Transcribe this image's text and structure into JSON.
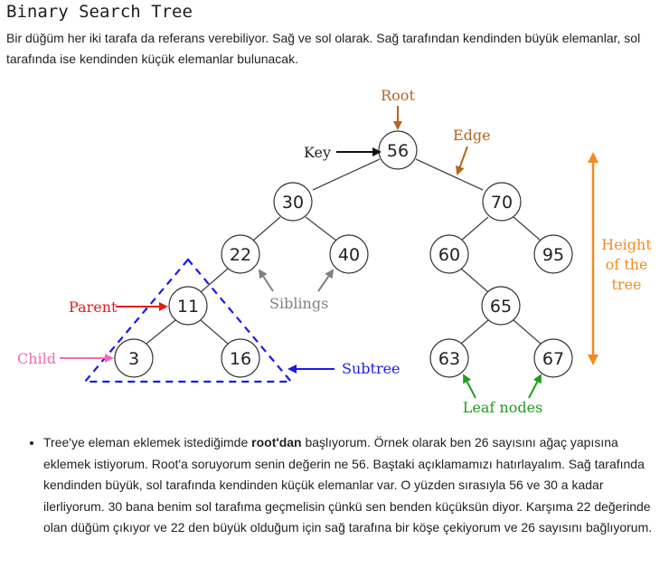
{
  "title": "Binary Search Tree",
  "intro": "Bir düğüm her iki tarafa da referans verebiliyor. Sağ ve sol olarak. Sağ tarafından kendinden büyük elemanlar, sol tarafında ise kendinden küçük elemanlar bulunacak.",
  "diagram": {
    "nodes": {
      "n56": "56",
      "n30": "30",
      "n70": "70",
      "n22": "22",
      "n40": "40",
      "n60": "60",
      "n95": "95",
      "n11": "11",
      "n65": "65",
      "n3": "3",
      "n16": "16",
      "n63": "63",
      "n67": "67"
    },
    "labels": {
      "root": "Root",
      "key": "Key",
      "edge": "Edge",
      "height_line1": "Height",
      "height_line2": "of the",
      "height_line3": "tree",
      "parent": "Parent",
      "child": "Child",
      "siblings": "Siblings",
      "subtree": "Subtree",
      "leaf_nodes": "Leaf nodes"
    },
    "colors": {
      "root": "#b5651d",
      "edge": "#b5651d",
      "height": "#f28c1e",
      "parent": "#e31b1b",
      "child": "#f26bb0",
      "siblings": "#808080",
      "subtree": "#1a1aee",
      "leaf": "#1e9e1e"
    }
  },
  "bullet": {
    "before": "Tree'ye eleman eklemek istediğimde ",
    "bold": "root'dan",
    "after": " başlıyorum. Örnek olarak ben 26 sayısını ağaç yapısına eklemek istiyorum. Root'a soruyorum senin değerin ne 56. Baştaki açıklamamızı hatırlayalım. Sağ tarafında kendinden büyük, sol tarafında kendinden küçük elemanlar var. O yüzden sırasıyla 56 ve 30 a kadar ilerliyorum. 30 bana benim sol tarafıma geçmelisin çünkü sen benden küçüksün diyor. Karşıma 22 değerinde olan düğüm çıkıyor ve 22 den büyük olduğum için sağ tarafına bir köşe çekiyorum ve 26 sayısını bağlıyorum."
  }
}
